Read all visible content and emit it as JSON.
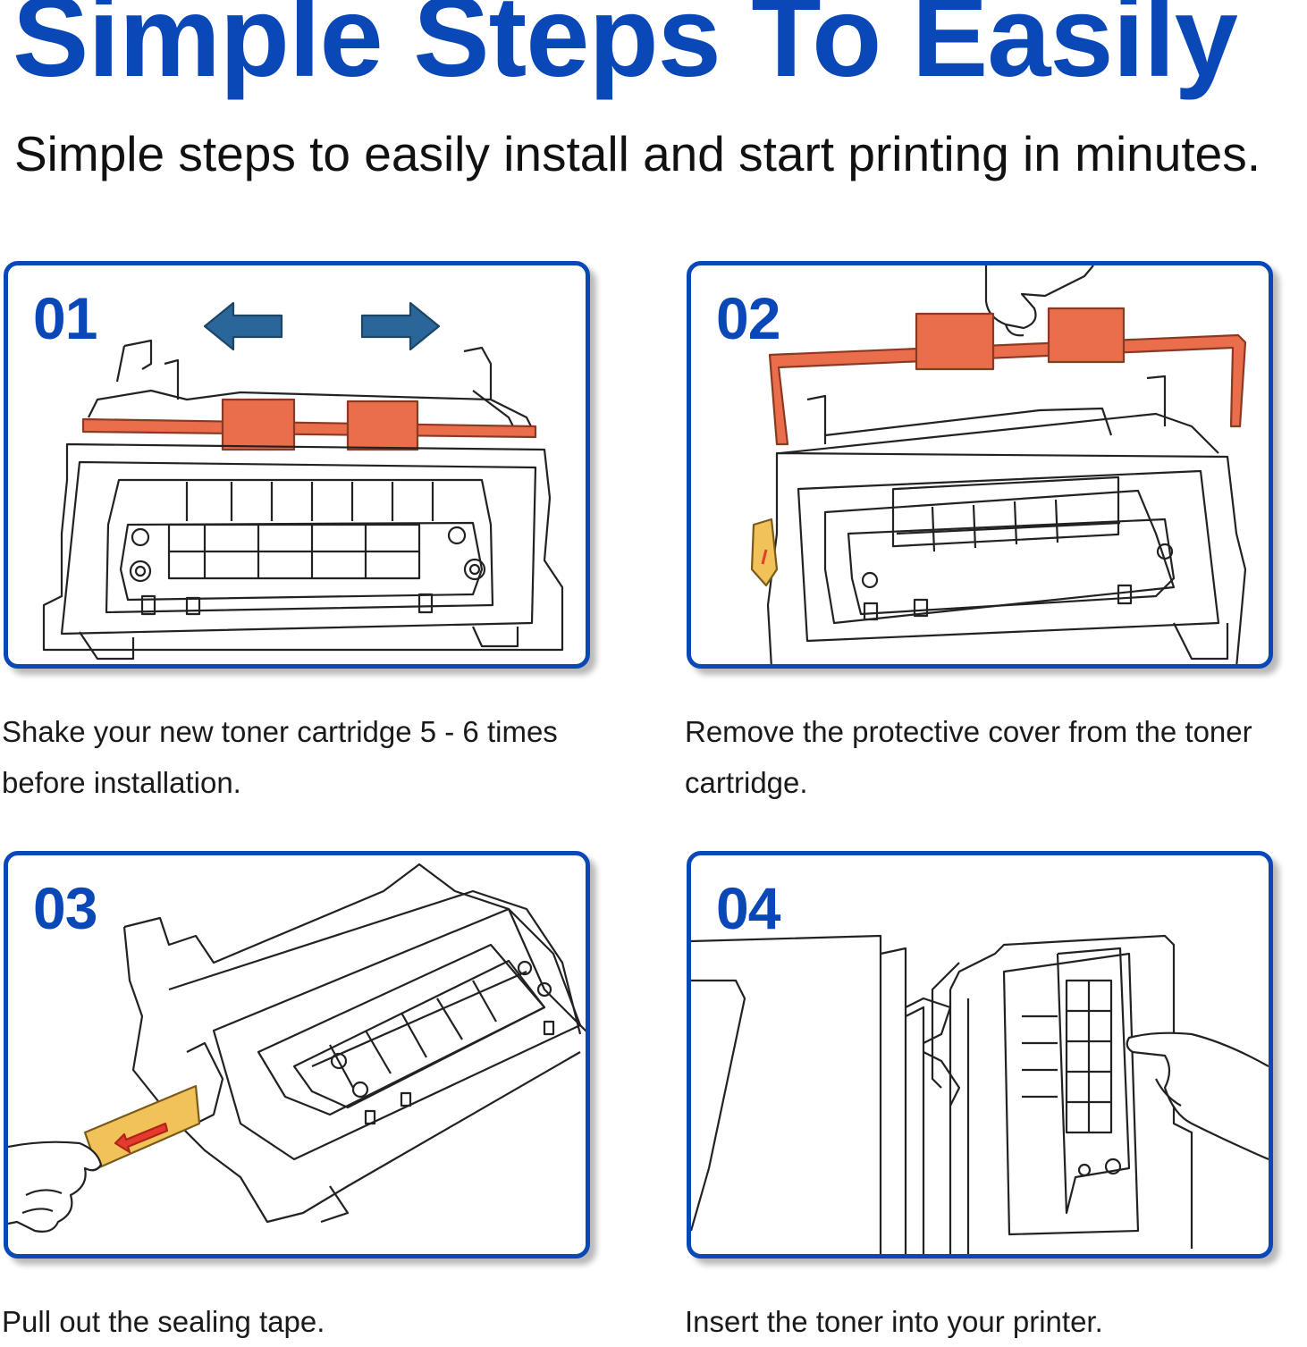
{
  "header": {
    "title": "Simple Steps To Easily",
    "subtitle": "Simple steps to easily install and start printing in minutes."
  },
  "steps": [
    {
      "number": "01",
      "caption": "Shake your new toner cartridge 5 - 6 times before installation."
    },
    {
      "number": "02",
      "caption": "Remove the protective cover from the toner cartridge."
    },
    {
      "number": "03",
      "caption": "Pull out the sealing tape."
    },
    {
      "number": "04",
      "caption": "Insert the toner into your printer."
    }
  ],
  "colors": {
    "brand_blue": "#0a48b8",
    "arrow_blue": "#2a6699",
    "protective_orange": "#ea6e4c",
    "seal_tab_yellow": "#f2c25a",
    "seal_arrow_red": "#e43b2e"
  },
  "icons": [
    "left-arrow-icon",
    "right-arrow-icon",
    "hand-icon",
    "toner-cartridge-icon"
  ]
}
